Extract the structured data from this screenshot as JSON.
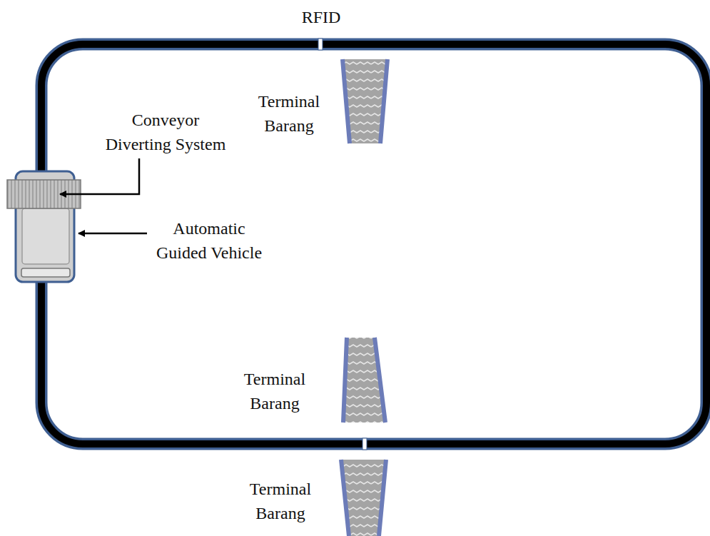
{
  "diagram": {
    "labels": [
      "RFID",
      "Terminal Barang",
      "Conveyor Diverting System",
      "Automatic Guided Vehicle",
      "Terminal Barang",
      "Terminal Barang"
    ]
  }
}
